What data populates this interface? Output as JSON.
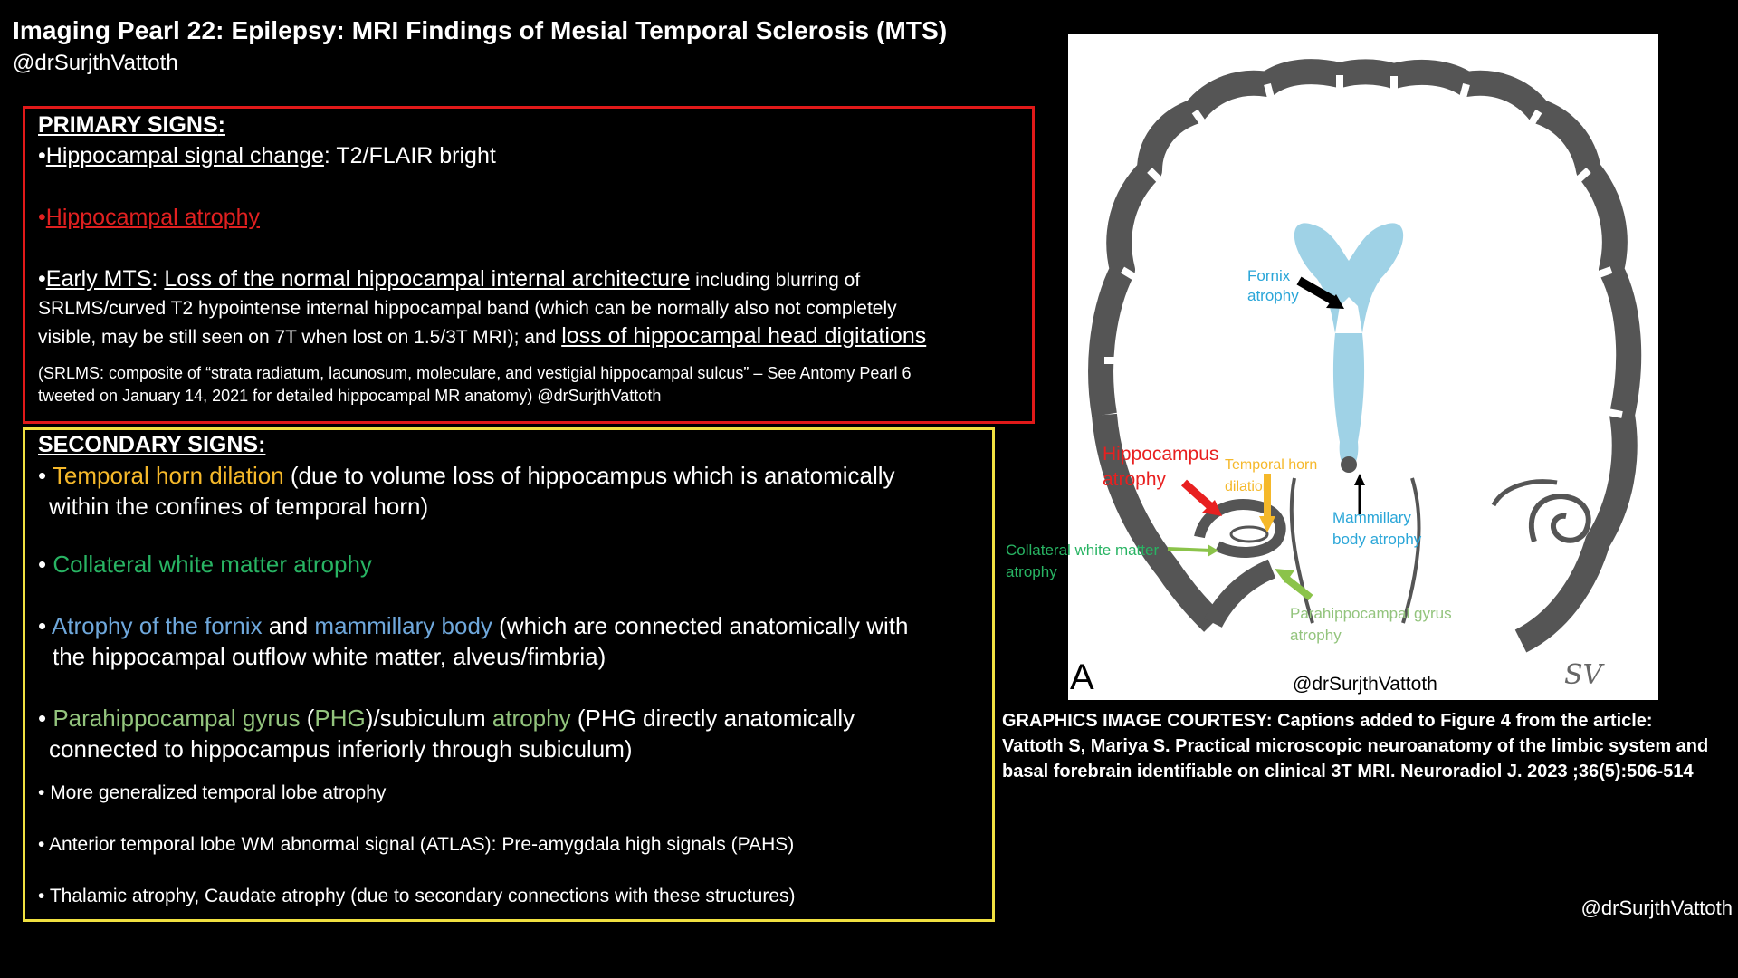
{
  "title": "Imaging Pearl 22: Epilepsy: MRI Findings of Mesial Temporal Sclerosis (MTS)",
  "author_handle": "@drSurjthVattoth",
  "primary": {
    "heading": "PRIMARY SIGNS",
    "heading_colon": ":",
    "bullet1_term": "Hippocampal signal change",
    "bullet1_rest": ": T2/FLAIR bright",
    "bullet2_term": "Hippocampal atrophy",
    "bullet3_term": "Early MTS",
    "bullet3_colon": ": ",
    "bullet3_loss": "Loss of the normal hippocampal internal architecture",
    "bullet3_rest1": " including blurring of",
    "bullet3_line2": "SRLMS/curved T2 hypointense internal hippocampal band (which can be normally also not completely",
    "bullet3_line3a": "visible, may be still seen on 7T when lost on 1.5/3T MRI); and ",
    "bullet3_line3b": "loss of  hippocampal head digitations",
    "note_line1": "(SRLMS: composite of “strata radiatum, lacunosum, moleculare, and vestigial hippocampal sulcus” – See Antomy Pearl 6",
    "note_line2": "tweeted on January 14, 2021 for detailed hippocampal MR anatomy) @drSurjthVattoth"
  },
  "secondary": {
    "heading": "SECONDARY SIGNS:",
    "b1_term": "Temporal horn dilation",
    "b1_rest": " (due to volume loss of hippocampus which is anatomically",
    "b1_line2": "within the confines of temporal horn)",
    "b2_term": "Collateral white matter atrophy",
    "b3_term1": "Atrophy of the fornix",
    "b3_and": " and ",
    "b3_term2": "mammillary body",
    "b3_rest": "  (which are connected anatomically with",
    "b3_line2": "the hippocampal outflow white matter, alveus/fimbria)",
    "b4_term1": "Parahippocampal gyrus",
    "b4_p1": " (",
    "b4_abbr": "PHG",
    "b4_p2": ")/subiculum ",
    "b4_term2": "atrophy",
    "b4_rest": " (PHG directly anatomically",
    "b4_line2": "connected to hippocampus inferiorly through subiculum)",
    "b5": "More generalized temporal lobe atrophy",
    "b6": "Anterior temporal lobe WM abnormal signal (ATLAS): Pre-amygdala high signals (PAHS)",
    "b7": "Thalamic atrophy, Caudate atrophy (due to secondary connections with these structures)"
  },
  "figure": {
    "panel_letter": "A",
    "handle": "@drSurjthVattoth",
    "signature": "SV",
    "labels": {
      "fornix": [
        "Fornix",
        "atrophy"
      ],
      "hippocampus": [
        "Hippocampus",
        "atrophy"
      ],
      "temporal_horn": [
        "Temporal horn",
        "dilation"
      ],
      "mammillary": [
        "Mammillary",
        "body atrophy"
      ],
      "collateral": [
        "Collateral white matter",
        "atrophy"
      ],
      "parahippocampal": [
        "Parahippocampal gyrus",
        "atrophy"
      ]
    }
  },
  "courtesy": {
    "line1": "GRAPHICS IMAGE COURTESY: Captions added to Figure 4 from the article:",
    "line2": "Vattoth S, Mariya S. Practical microscopic neuroanatomy of the limbic system and",
    "line3": "basal forebrain identifiable on clinical 3T MRI. Neuroradiol J. 2023 ;36(5):506-514"
  },
  "colors": {
    "primary_border": "#e01919",
    "secondary_border": "#f0e040",
    "fornix_blue": "#9fd2e6",
    "cortex_gray": "#555555"
  }
}
